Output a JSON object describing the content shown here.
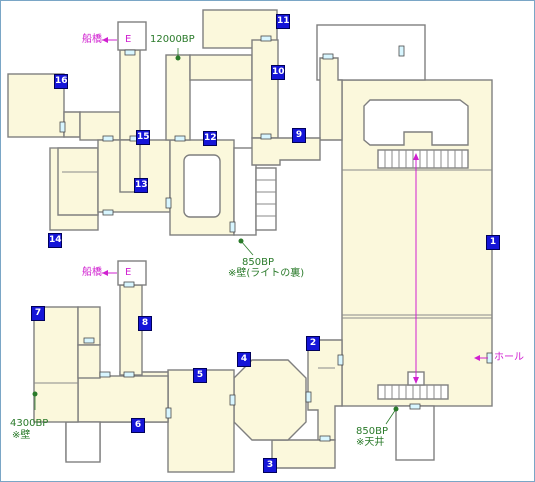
{
  "rooms": [
    {
      "id": "room-1",
      "label": "1"
    },
    {
      "id": "room-2",
      "label": "2"
    },
    {
      "id": "room-3",
      "label": "3"
    },
    {
      "id": "room-4",
      "label": "4"
    },
    {
      "id": "room-5",
      "label": "5"
    },
    {
      "id": "room-6",
      "label": "6"
    },
    {
      "id": "room-7",
      "label": "7"
    },
    {
      "id": "room-8",
      "label": "8"
    },
    {
      "id": "room-9",
      "label": "9"
    },
    {
      "id": "room-10",
      "label": "10"
    },
    {
      "id": "room-11",
      "label": "11"
    },
    {
      "id": "room-12",
      "label": "12"
    },
    {
      "id": "room-13",
      "label": "13"
    },
    {
      "id": "room-14",
      "label": "14"
    },
    {
      "id": "room-15",
      "label": "15"
    },
    {
      "id": "room-16",
      "label": "16"
    }
  ],
  "annotations": {
    "bp_12000": "12000BP",
    "bp_850_wall": "850BP",
    "wall_behind_light": "※壁(ライトの裏)",
    "bp_4300": "4300BP",
    "wall": "※壁",
    "bp_850_ceiling": "850BP",
    "ceiling": "※天井"
  },
  "exits": {
    "bridge_top": "船橋",
    "e_top": "E",
    "bridge_mid": "船橋",
    "e_mid": "E",
    "hall": "ホール"
  },
  "colors": {
    "room_fill": "#fbf8dc",
    "number_badge": "#1515d8",
    "bp_marker": "#2a7a2a",
    "exit_marker": "#d020d0"
  }
}
